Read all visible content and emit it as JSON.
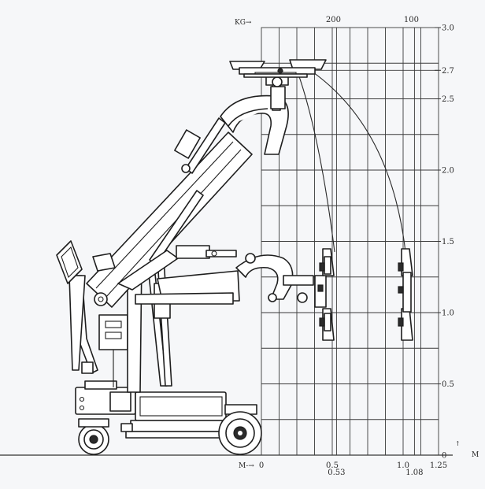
{
  "diagram": {
    "top_axis": {
      "unit_label": "KG→",
      "load_labels": [
        {
          "text": "200",
          "x_m": 0.53
        },
        {
          "text": "100",
          "x_m": 1.08
        }
      ]
    },
    "right_axis": {
      "unit_label": "M",
      "arrow": "↑",
      "range_m": [
        0,
        3.0
      ],
      "ticks": [
        {
          "value": 0,
          "text": "0"
        },
        {
          "value": 0.5,
          "text": "0.5"
        },
        {
          "value": 1.0,
          "text": "1.0"
        },
        {
          "value": 1.5,
          "text": "1.5"
        },
        {
          "value": 2.0,
          "text": "2.0"
        },
        {
          "value": 2.5,
          "text": "2.5"
        },
        {
          "value": 2.7,
          "text": "2.7"
        },
        {
          "value": 3.0,
          "text": "3.0"
        }
      ],
      "minor_step_m": 0.25
    },
    "bottom_axis": {
      "unit_label": "M-→",
      "range_m": [
        0,
        1.25
      ],
      "ticks": [
        {
          "value": 0,
          "text": "0",
          "row": 1
        },
        {
          "value": 0.5,
          "text": "0.5",
          "row": 1
        },
        {
          "value": 0.53,
          "text": "0.53",
          "row": 2
        },
        {
          "value": 1.0,
          "text": "1.0",
          "row": 1
        },
        {
          "value": 1.08,
          "text": "1.08",
          "row": 2
        },
        {
          "value": 1.25,
          "text": "1.25",
          "row": 1
        }
      ],
      "minor_step_m": 0.125
    },
    "reach_points_m": [
      0.53,
      1.08
    ],
    "colors": {
      "line": "#1e1e1e",
      "background": "#f6f7f9"
    }
  }
}
